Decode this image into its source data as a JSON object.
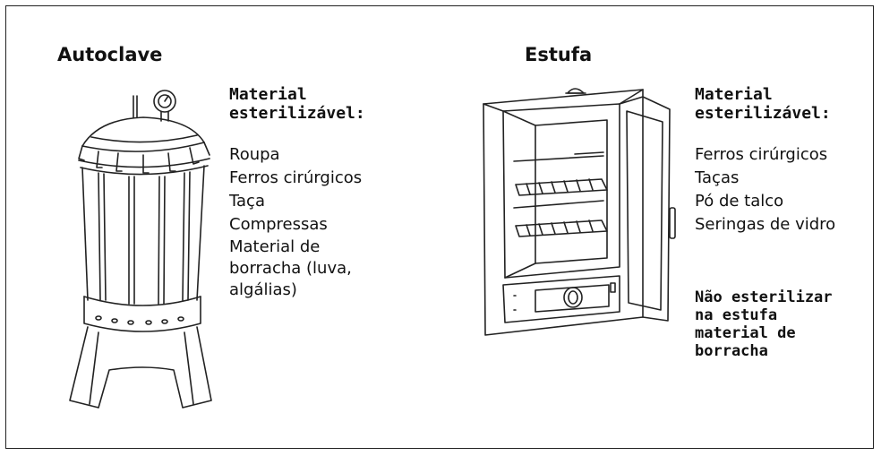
{
  "autoclave": {
    "title": "Autoclave",
    "heading_line1": "Material",
    "heading_line2": "esterilizável:",
    "items": [
      "Roupa",
      "Ferros cirúrgicos",
      "Taça",
      "Compressas",
      "Material de",
      "borracha (luva,",
      "algálias)"
    ]
  },
  "estufa": {
    "title": "Estufa",
    "heading_line1": "Material",
    "heading_line2": "esterilizável:",
    "items": [
      "Ferros cirúrgicos",
      "Taças",
      "Pó de talco",
      "Seringas de vidro"
    ],
    "warning_lines": [
      "Não esterilizar",
      "na estufa",
      "material de",
      "borracha"
    ]
  }
}
